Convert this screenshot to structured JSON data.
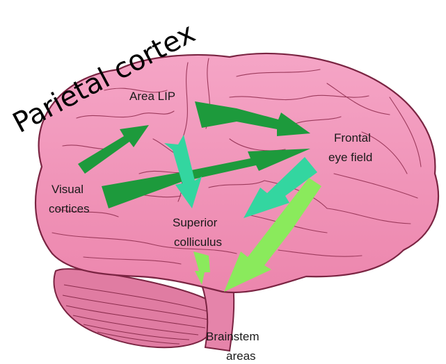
{
  "title": "Parietal cortex",
  "regions": {
    "area_lip": "Area LIP",
    "frontal_eye_field": [
      "Frontal",
      "eye field"
    ],
    "visual_cortices": [
      "Visual",
      "cortices"
    ],
    "superior_colliculus": [
      "Superior",
      "colliculus"
    ],
    "brainstem_areas": [
      "Brainstem",
      "areas"
    ]
  },
  "colors": {
    "cortex": "#f090b4",
    "cortex_outline": "#7a2442",
    "cerebellum": "#e07ca2",
    "dark_green_arrow": "#1d9a3c",
    "teal_arrow": "#33d6a0",
    "light_green_arrow": "#8aea5c"
  }
}
